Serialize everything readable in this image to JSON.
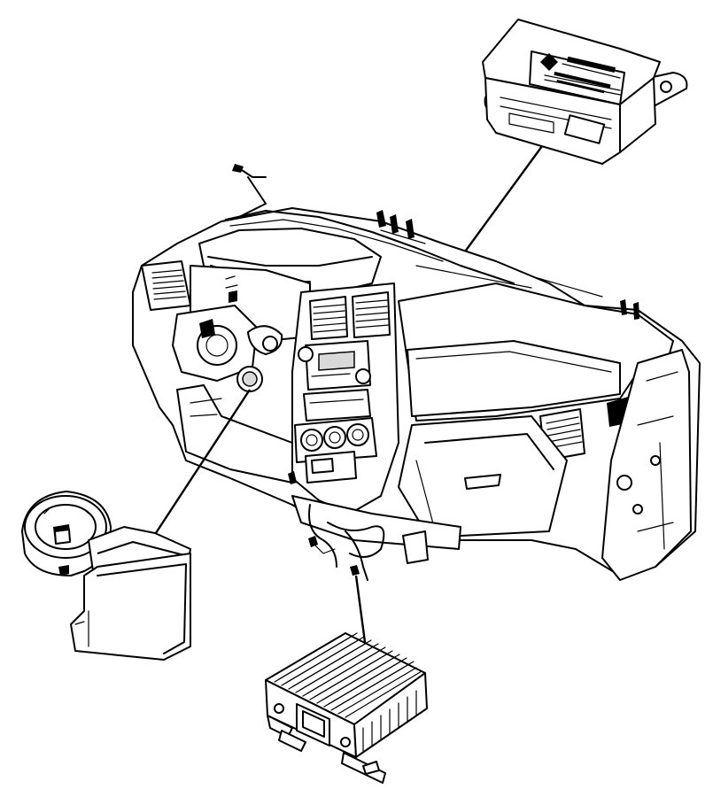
{
  "figure": {
    "module_label_lines": []
  },
  "colors": {
    "line": "#000000",
    "background": "#ffffff",
    "shade": "#d9d9d9"
  },
  "components": [
    {
      "name": "electronic-control-module"
    },
    {
      "name": "instrument-panel-assembly"
    },
    {
      "name": "ignition-switch-module"
    },
    {
      "name": "amplifier-module"
    }
  ]
}
